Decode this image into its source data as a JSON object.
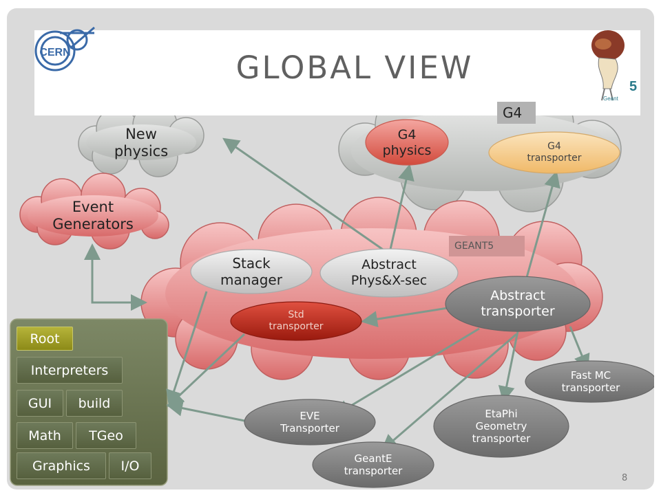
{
  "title": "GLOBAL VIEW",
  "page_number": "8",
  "logos": {
    "left": "CERN",
    "right": "Geant 5"
  },
  "clouds": {
    "new_physics": "New\nphysics",
    "event_generators": "Event\nGenerators",
    "g4_tag": "G4",
    "geant5_tag": "GEANT5"
  },
  "nodes": {
    "g4_physics": "G4\nphysics",
    "g4_transporter": "G4\ntransporter",
    "stack_manager": "Stack\nmanager",
    "abstract_phys": "Abstract\nPhys&X-sec",
    "abstract_transporter": "Abstract\ntransporter",
    "std_transporter": "Std\ntransporter",
    "fast_mc": "Fast MC\ntransporter",
    "eve": "EVE\nTransporter",
    "etaphi": "EtaPhi\nGeometry\ntransporter",
    "geante": "GeantE\ntransporter"
  },
  "root_panel": {
    "root": "Root",
    "interpreters": "Interpreters",
    "gui": "GUI",
    "build": "build",
    "math": "Math",
    "tgeo": "TGeo",
    "graphics": "Graphics",
    "io": "I/O"
  },
  "colors": {
    "gray_cloud": "#c9cbc9",
    "red_cloud": "#e88f8f",
    "arrow": "#7e9a8d",
    "root_green": "#a0a022",
    "node_red": "#b82a1a",
    "node_gray": "#7b7b7b",
    "node_orange": "#f5cf90"
  }
}
